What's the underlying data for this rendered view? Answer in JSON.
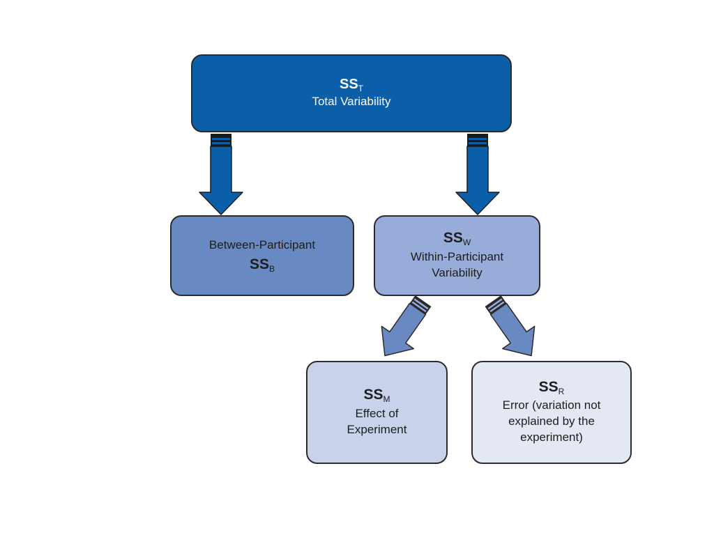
{
  "nodes": {
    "total": {
      "symbol": "SS",
      "subscript": "T",
      "label": "Total Variability",
      "fill": "#0b5ea8"
    },
    "between": {
      "label": "Between-Participant",
      "symbol": "SS",
      "subscript": "B",
      "fill": "#6889c2"
    },
    "within": {
      "symbol": "SS",
      "subscript": "W",
      "label_line1": "Within-Participant",
      "label_line2": "Variability",
      "fill": "#98acd9"
    },
    "model": {
      "symbol": "SS",
      "subscript": "M",
      "label_line1": "Effect of",
      "label_line2": "Experiment",
      "fill": "#c8d2ea"
    },
    "residual": {
      "symbol": "SS",
      "subscript": "R",
      "label_line1": "Error (variation not",
      "label_line2": "explained by the",
      "label_line3": "experiment)",
      "fill": "#e3e8f4"
    }
  },
  "edges": [
    {
      "from": "total",
      "to": "between",
      "color": "#0b5ea8"
    },
    {
      "from": "total",
      "to": "within",
      "color": "#0b5ea8"
    },
    {
      "from": "within",
      "to": "model",
      "color": "#6889c2"
    },
    {
      "from": "within",
      "to": "residual",
      "color": "#6889c2"
    }
  ]
}
